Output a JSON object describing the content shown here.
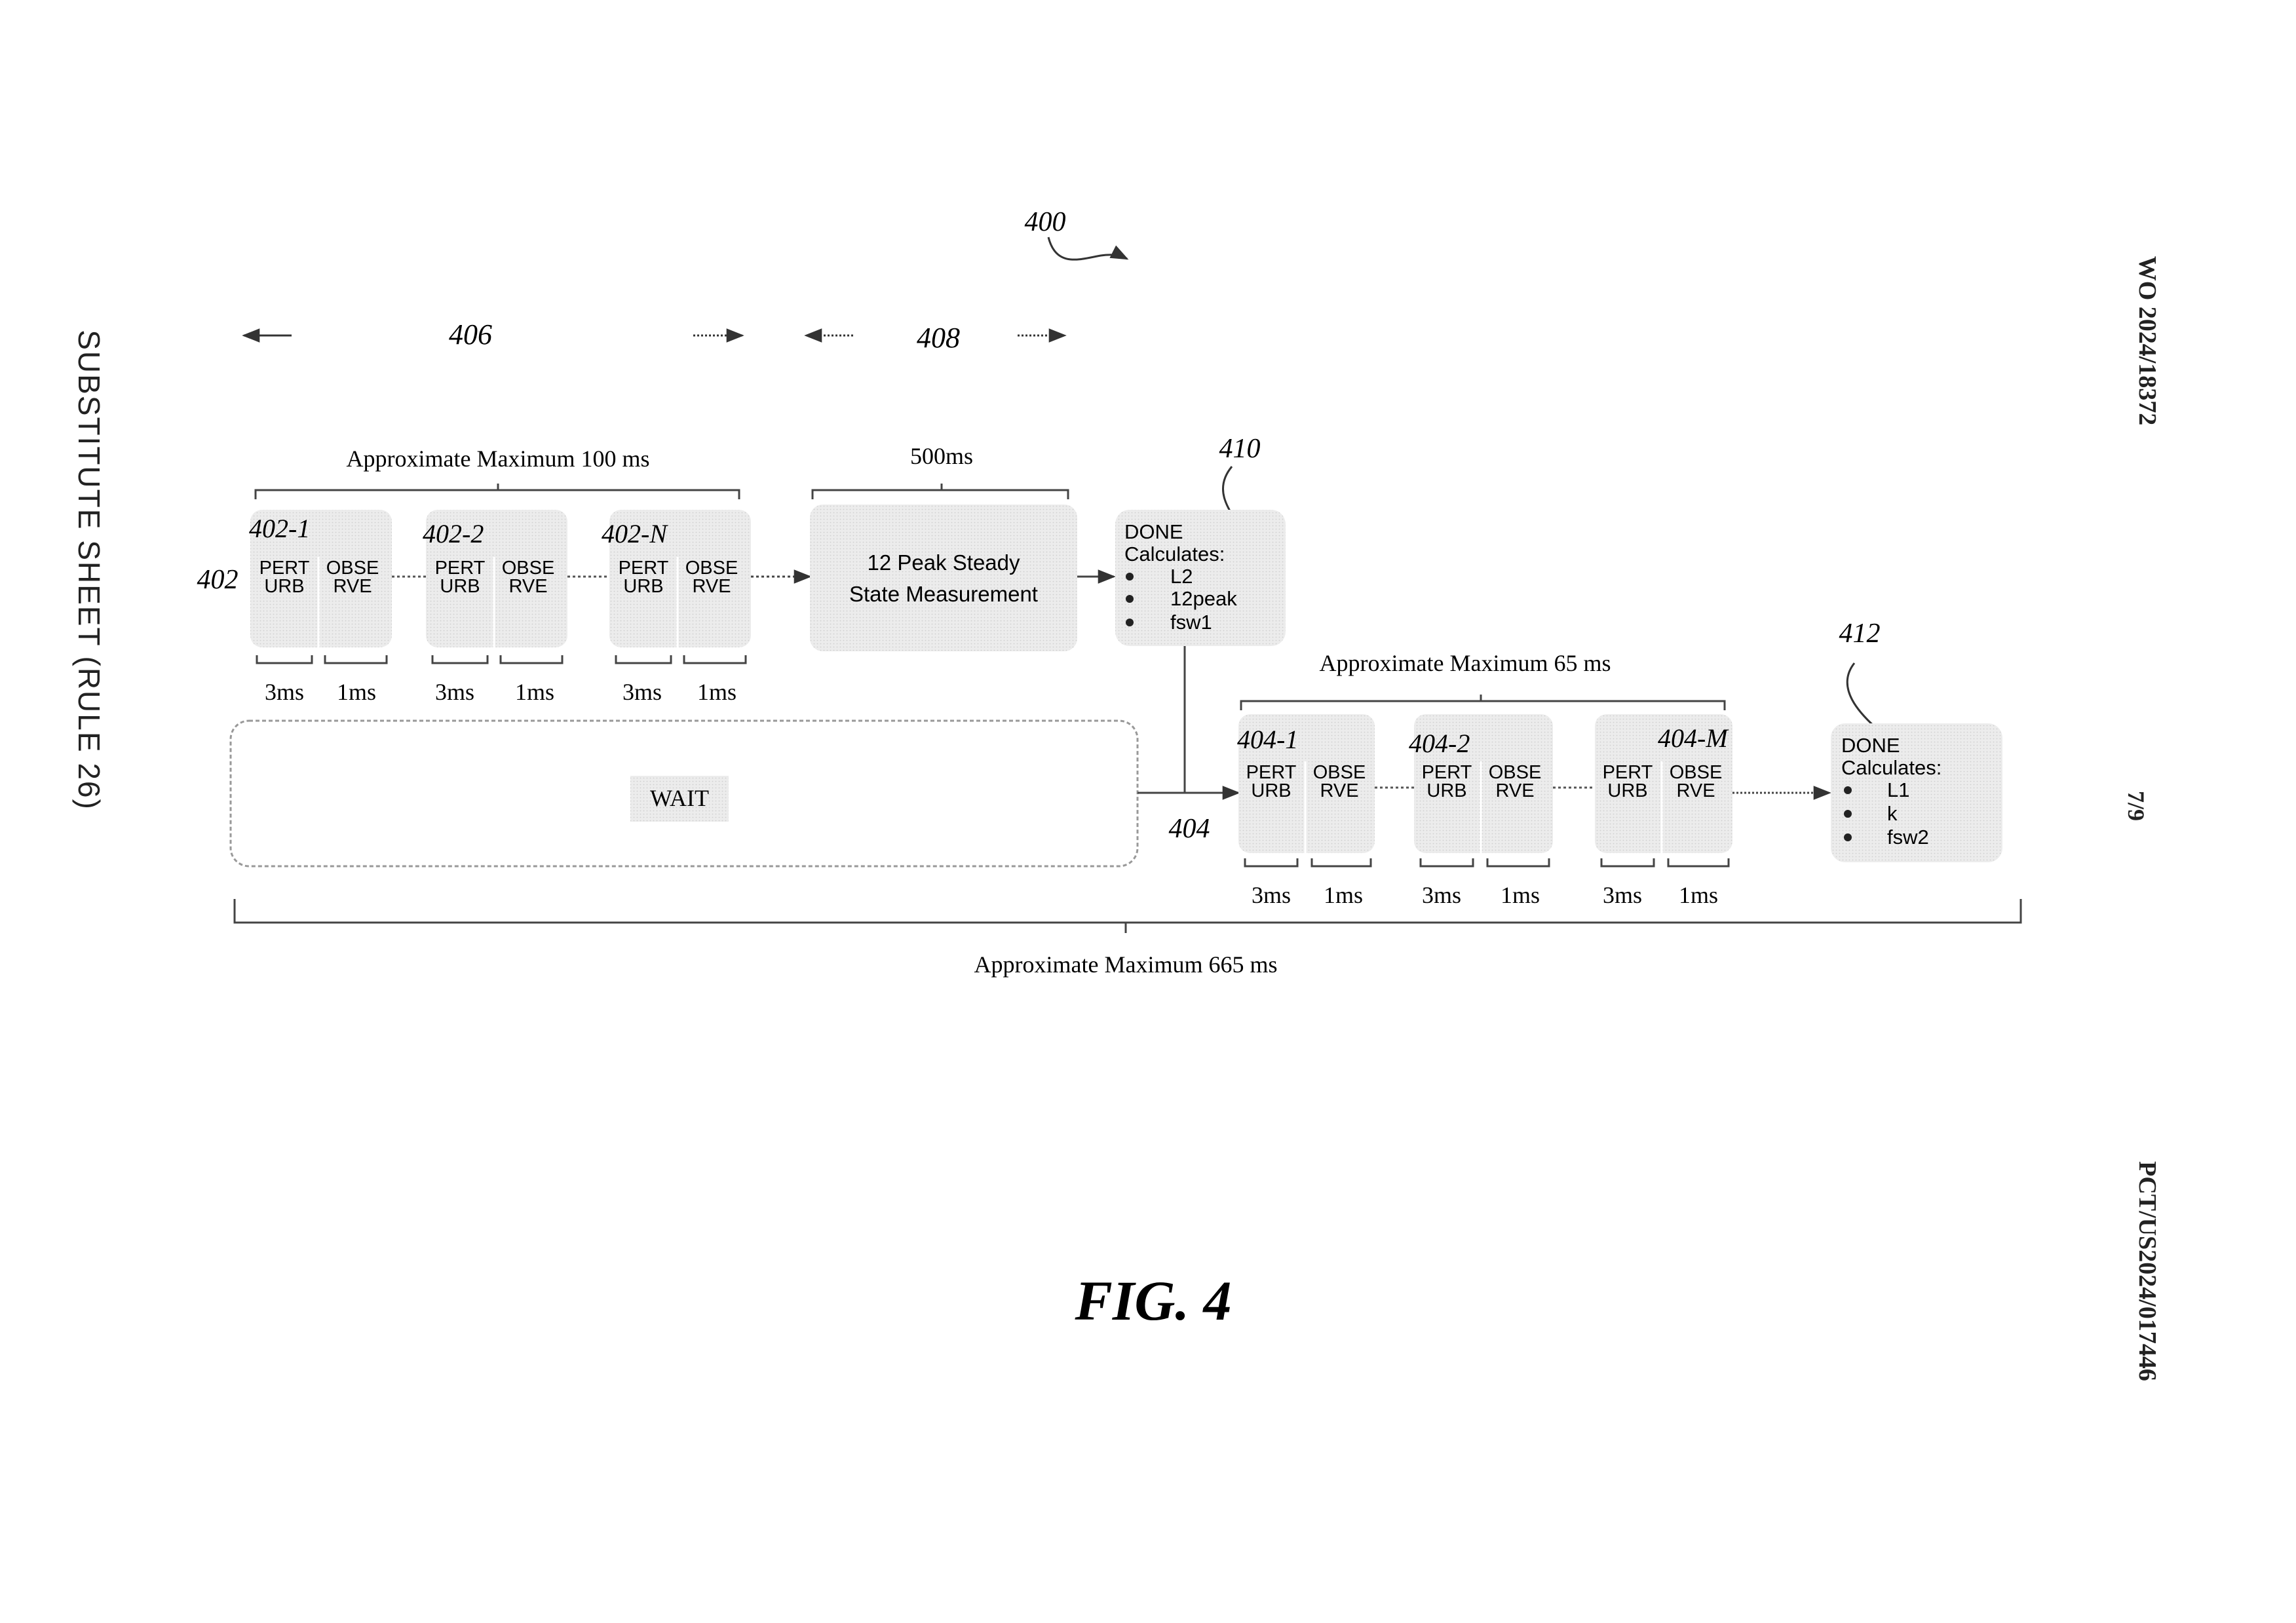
{
  "header": {
    "figure_ref": "400",
    "side_left": "SUBSTITUTE SHEET (RULE 26)",
    "side_right_top": "WO 2024/18372",
    "side_right_bottom": "PCT/US2024/017446",
    "page_number": "7/9"
  },
  "phase_labels": {
    "first": "406",
    "second": "408"
  },
  "row1": {
    "ref": "402",
    "brace_label": "Approximate Maximum 100 ms",
    "blocks": [
      {
        "id": "402-1",
        "perturb": "PERT\nURB",
        "observe": "OBSE\nRVE",
        "t1": "3ms",
        "t2": "1ms"
      },
      {
        "id": "402-2",
        "perturb": "PERT\nURB",
        "observe": "OBSE\nRVE",
        "t1": "3ms",
        "t2": "1ms"
      },
      {
        "id": "402-N",
        "perturb": "PERT\nURB",
        "observe": "OBSE\nRVE",
        "t1": "3ms",
        "t2": "1ms"
      }
    ],
    "steady": {
      "brace_label": "500ms",
      "line1": "12 Peak Steady",
      "line2": "State Measurement"
    },
    "done": {
      "ref": "410",
      "title": "DONE",
      "subtitle": "Calculates:",
      "items": [
        "L2",
        "12peak",
        "fsw1"
      ]
    }
  },
  "row2": {
    "ref": "404",
    "wait_label": "WAIT",
    "brace_label": "Approximate Maximum 65 ms",
    "blocks": [
      {
        "id": "404-1",
        "perturb": "PERT\nURB",
        "observe": "OBSE\nRVE",
        "t1": "3ms",
        "t2": "1ms"
      },
      {
        "id": "404-2",
        "perturb": "PERT\nURB",
        "observe": "OBSE\nRVE",
        "t1": "3ms",
        "t2": "1ms"
      },
      {
        "id": "404-M",
        "perturb": "PERT\nURB",
        "observe": "OBSE\nRVE",
        "t1": "3ms",
        "t2": "1ms"
      }
    ],
    "done": {
      "ref": "412",
      "title": "DONE",
      "subtitle": "Calculates:",
      "items": [
        "L1",
        "k",
        "fsw2"
      ]
    }
  },
  "total_brace_label": "Approximate Maximum 665 ms",
  "caption": "FIG. 4"
}
